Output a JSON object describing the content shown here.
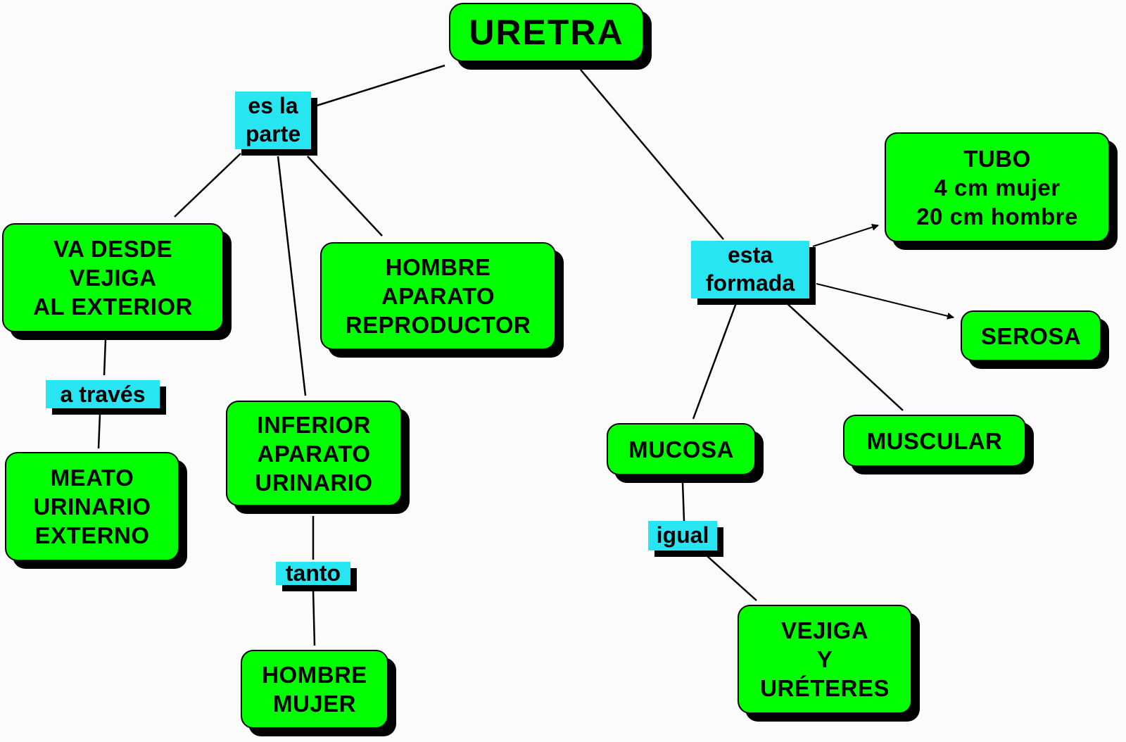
{
  "colors": {
    "concept_fill": "#00ff00",
    "link_fill": "#27e6f2",
    "shadow": "#000000",
    "background": "#fbfbfb"
  },
  "concepts": {
    "uretra": "URETRA",
    "va_desde": "VA DESDE\nVEJIGA\nAL  EXTERIOR",
    "hombre_aparato": "HOMBRE\nAPARATO\nREPRODUCTOR",
    "meato": "MEATO\nURINARIO\nEXTERNO",
    "inferior_aparato": "INFERIOR\nAPARATO\nURINARIO",
    "hombre_mujer": "HOMBRE\nMUJER",
    "tubo": "TUBO\n4 cm mujer\n20 cm hombre",
    "serosa": "SEROSA",
    "mucosa": "MUCOSA",
    "muscular": "MUSCULAR",
    "vejiga_ureteres": "VEJIGA\nY\nURÉTERES"
  },
  "links": {
    "es_la_parte": "es la\nparte",
    "a_traves": "a través",
    "tanto": "tanto",
    "esta_formada": "esta\nformada",
    "igual": "igual"
  }
}
